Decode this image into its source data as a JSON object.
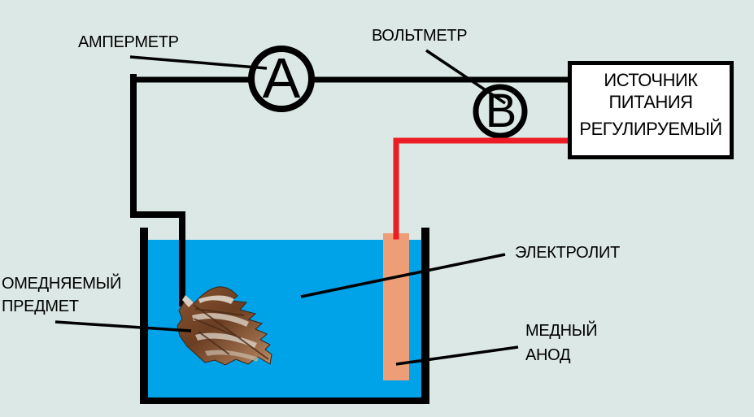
{
  "diagram": {
    "background": "#DCE8E5",
    "labels": {
      "ammeter": "АМПЕРМЕТР",
      "voltmeter": "ВОЛЬТМЕТР",
      "ammeter_symbol": "А",
      "voltmeter_symbol": "В",
      "power_supply_line1": "ИСТОЧНИК",
      "power_supply_line2": "ПИТАНИЯ",
      "power_supply_line3": "РЕГУЛИРУЕМЫЙ",
      "electrolyte": "ЭЛЕКТРОЛИТ",
      "copper_anode_line1": "МЕДНЫЙ",
      "copper_anode_line2": "АНОД",
      "plated_object_line1": "ОМЕДНЯЕМЫЙ",
      "plated_object_line2": "ПРЕДМЕТ"
    },
    "colors": {
      "background": "#DCE8E5",
      "electrolyte_water": "#00A2E8",
      "copper_anode": "#ED9E77",
      "positive_wire_red": "#ED1C24",
      "wire_black": "#000000",
      "power_box_fill": "#FFFFFF",
      "leaf_dark_brown": "#4A2C18",
      "leaf_copper": "#A4714A",
      "leaf_silver": "#E6E0D7"
    }
  }
}
